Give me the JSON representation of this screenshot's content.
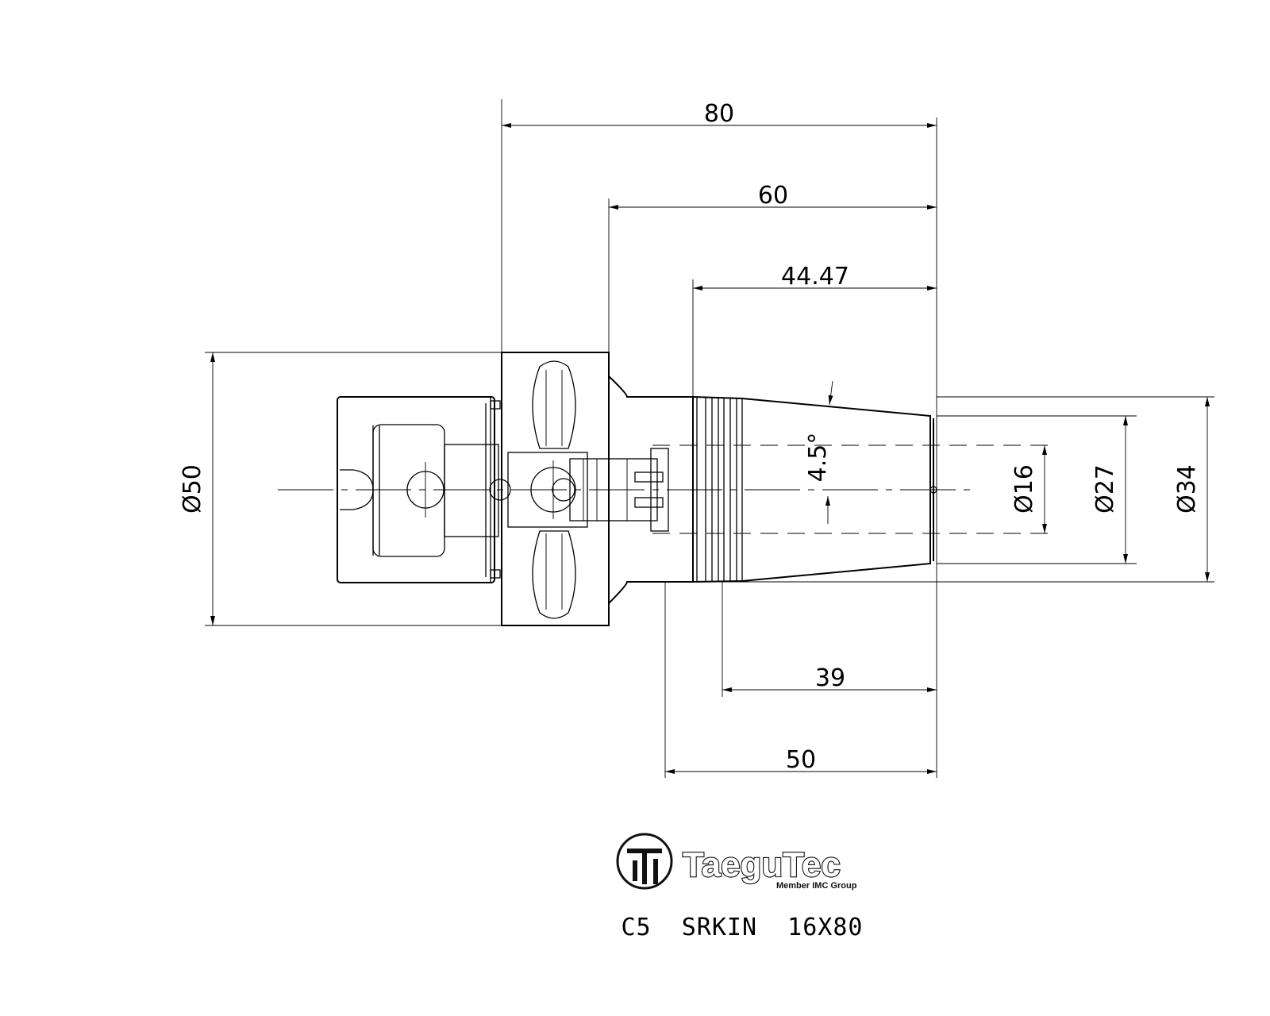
{
  "dimensions": {
    "overall_length": "80",
    "flange_to_end": "60",
    "taper_length": "44.47",
    "thread_length": "39",
    "shank_length": "50",
    "taper_angle": "4.5°",
    "flange_diameter": "Ø50",
    "bore_diameter": "Ø16",
    "tip_diameter": "Ø27",
    "taper_diameter": "Ø34"
  },
  "logo": {
    "brand": "TaeguTec",
    "tagline": "Member IMC Group"
  },
  "part_number": "C5  SRKIN  16X80"
}
